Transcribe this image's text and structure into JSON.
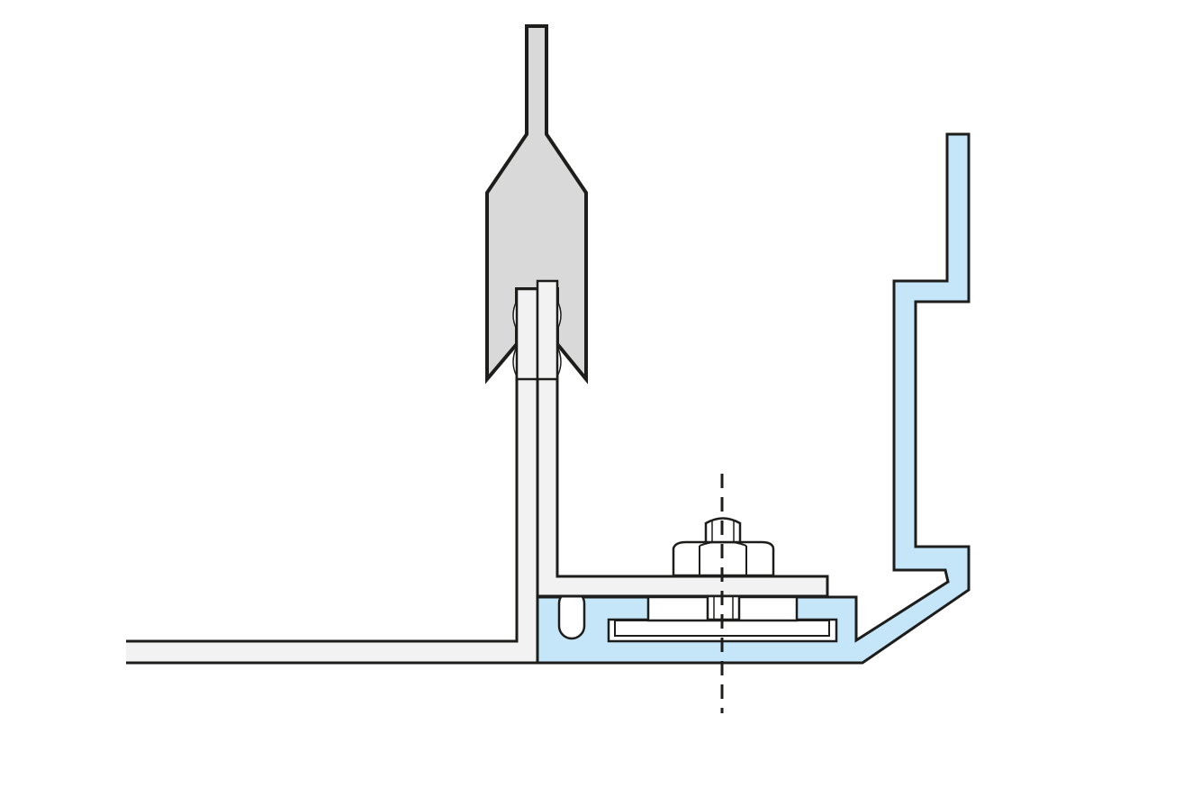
{
  "diagram": {
    "type": "technical-cross-section",
    "colors": {
      "background": "#ffffff",
      "outline": "#1d1d1b",
      "profile_fill": "#c5e5f8",
      "gripper_fill": "#d9d9d9",
      "sheet_fill": "#f2f2f2",
      "fastener_fill": "#ffffff"
    },
    "components": [
      {
        "name": "suspension-gripper",
        "label": ""
      },
      {
        "name": "vertical-angle-flange",
        "label": ""
      },
      {
        "name": "horizontal-panel-sheet",
        "label": ""
      },
      {
        "name": "aluminium-edge-profile",
        "label": ""
      },
      {
        "name": "bolt-nut-assembly",
        "label": ""
      },
      {
        "name": "bolt-centreline",
        "label": ""
      }
    ]
  }
}
